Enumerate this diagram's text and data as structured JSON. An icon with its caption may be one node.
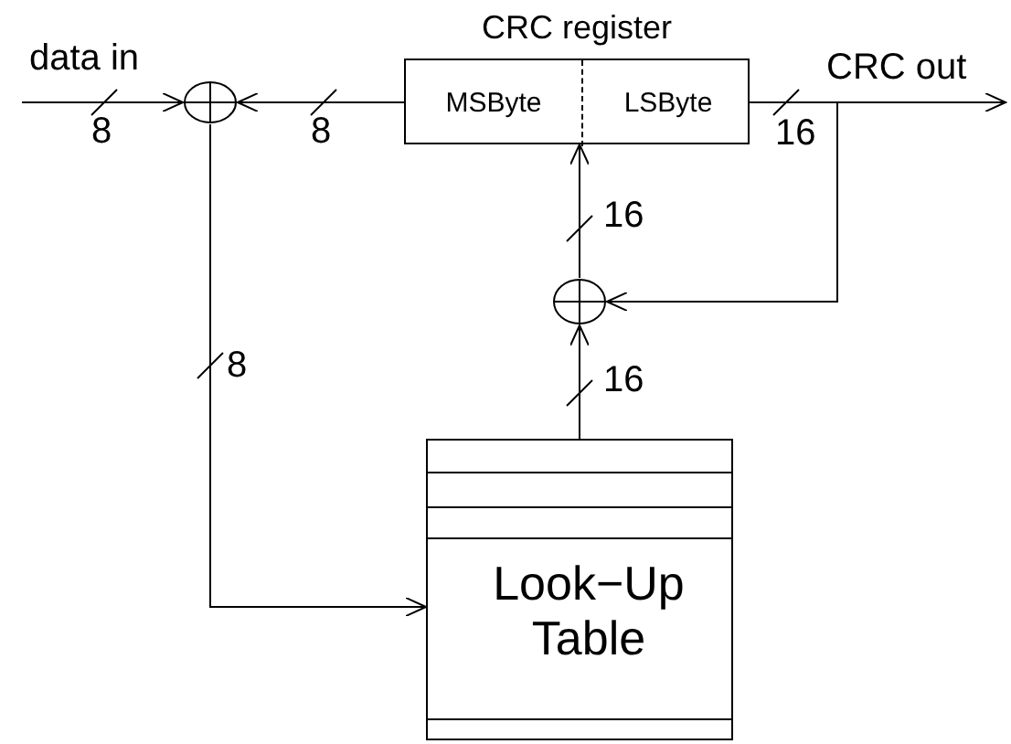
{
  "diagram": {
    "nodes": [
      {
        "text": [
          "CRC register"
        ]
      },
      {
        "text": [
          "MSByte"
        ],
        "in": 0
      },
      {
        "text": [
          "LSByte"
        ],
        "in": 0
      },
      {
        "text": [],
        "shape": "circle"
      },
      {
        "text": [],
        "shape": "circle"
      },
      {
        "text": [
          "Look−Up Table"
        ]
      }
    ],
    "edges": [
      {
        "from": null,
        "to": 3,
        "arrow": "to",
        "label": "8"
      },
      {
        "from": 1,
        "to": 3,
        "arrow": "to",
        "label": "8"
      },
      {
        "from": 2,
        "to": null,
        "arrow": "to",
        "label": "16"
      },
      {
        "from": 2,
        "to": 4,
        "arrow": "to"
      },
      {
        "from": 4,
        "to": 0,
        "arrow": "to",
        "label": "16"
      },
      {
        "from": 5,
        "to": 4,
        "arrow": "to",
        "label": "16"
      },
      {
        "from": 3,
        "to": 5,
        "arrow": "to",
        "label": "8"
      }
    ],
    "labels": [
      "data in",
      "CRC out"
    ]
  }
}
